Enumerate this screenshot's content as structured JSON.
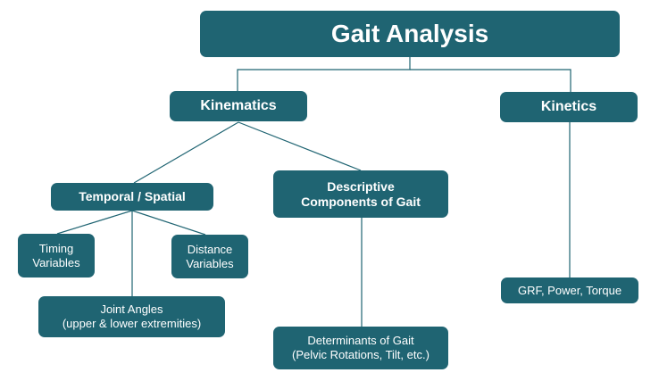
{
  "diagram": {
    "title": "Gait Analysis",
    "line_color": "#1f6472",
    "node_color": "#1f6472",
    "nodes": {
      "root": "Gait Analysis",
      "kinematics": "Kinematics",
      "kinetics": "Kinetics",
      "temporal": "Temporal / Spatial",
      "descriptive": "Descriptive\nComponents of Gait",
      "timing": "Timing\nVariables",
      "distance": "Distance\nVariables",
      "joint": "Joint Angles\n(upper & lower extremities)",
      "grf": "GRF, Power, Torque",
      "determinants": "Determinants of Gait\n(Pelvic Rotations, Tilt, etc.)"
    },
    "edges": [
      [
        "root",
        "kinematics"
      ],
      [
        "root",
        "kinetics"
      ],
      [
        "kinematics",
        "temporal"
      ],
      [
        "kinematics",
        "descriptive"
      ],
      [
        "temporal",
        "timing"
      ],
      [
        "temporal",
        "distance"
      ],
      [
        "temporal",
        "joint"
      ],
      [
        "descriptive",
        "determinants"
      ],
      [
        "kinetics",
        "grf"
      ]
    ]
  }
}
